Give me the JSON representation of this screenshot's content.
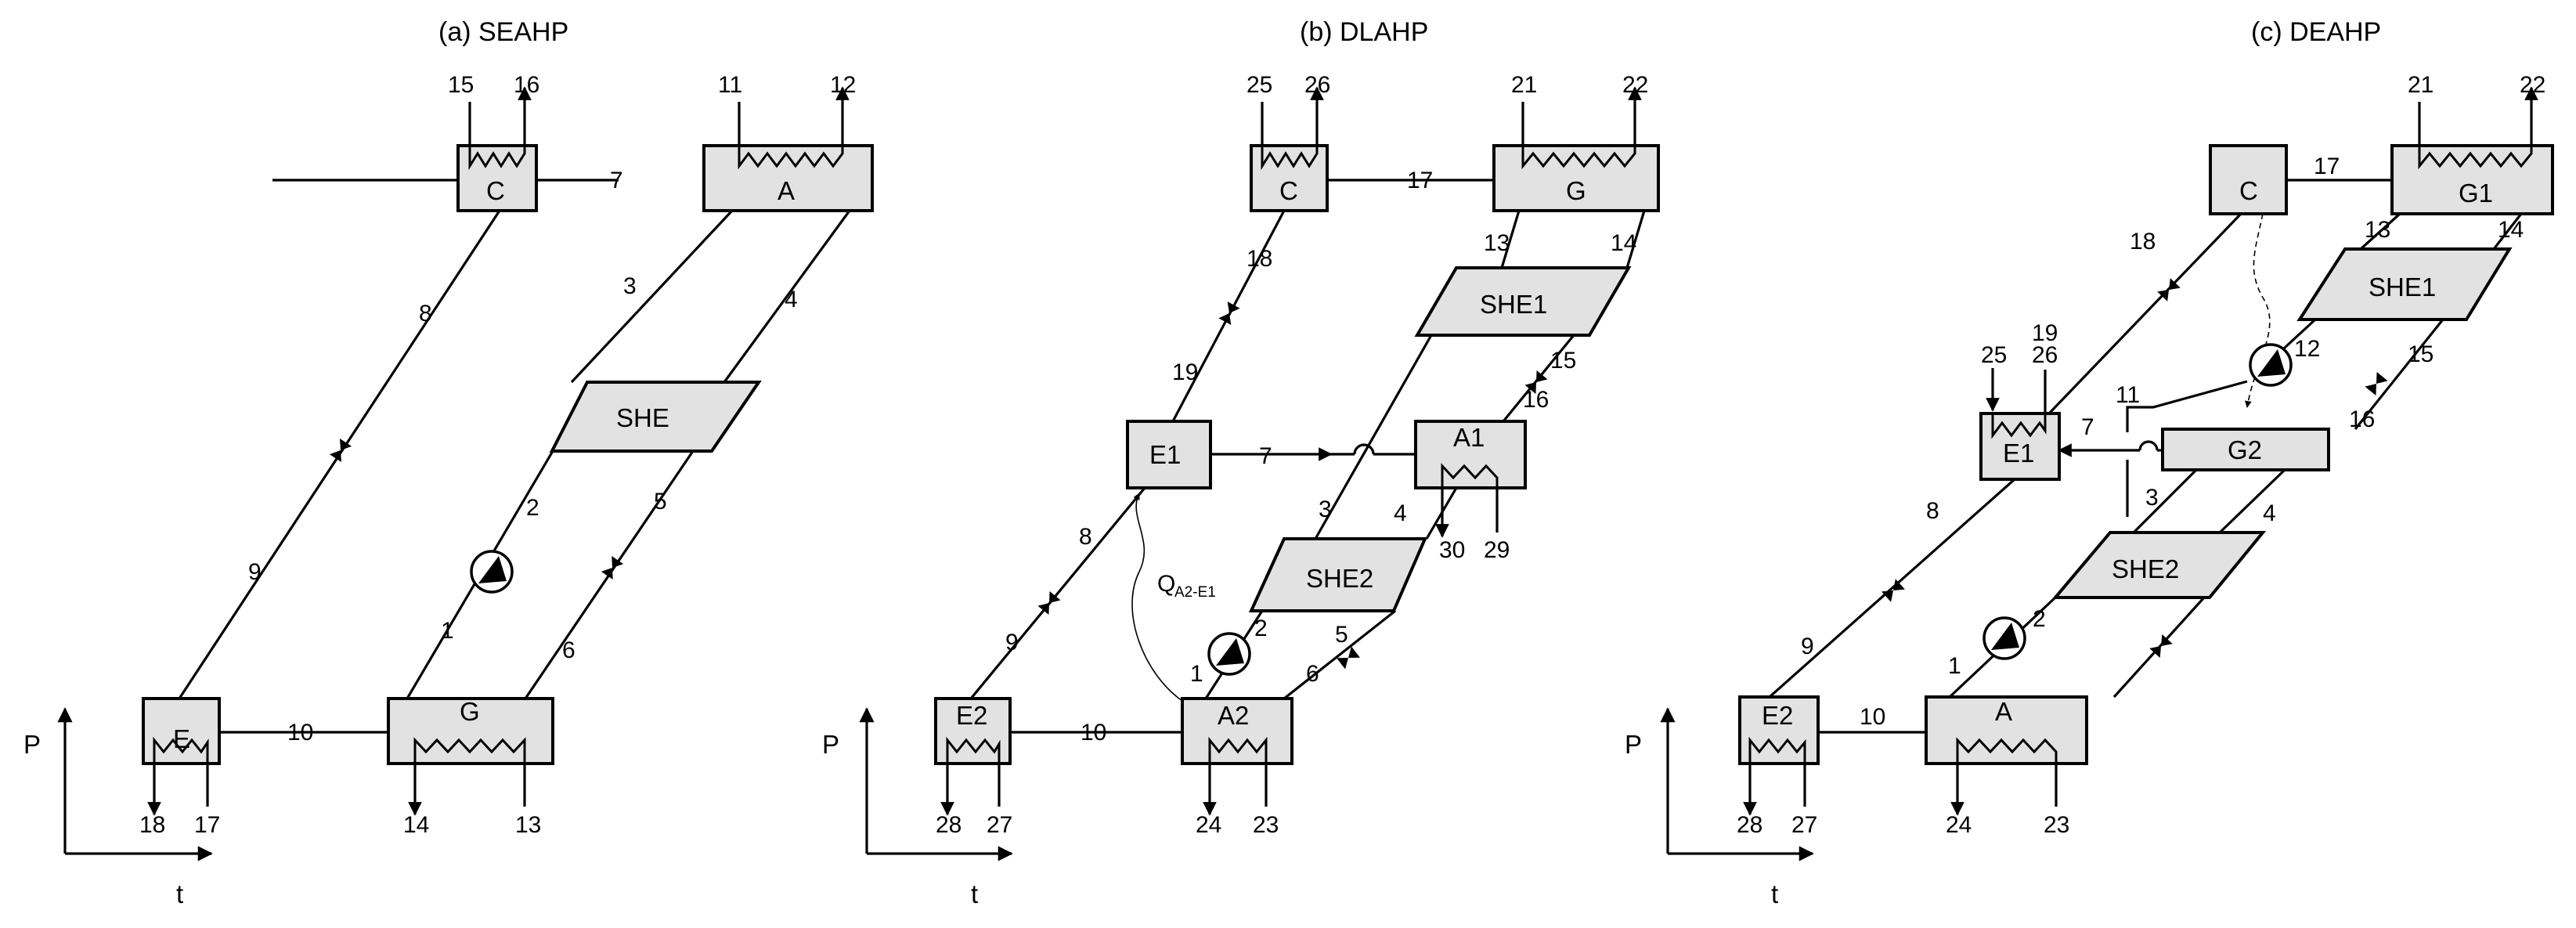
{
  "panels": [
    {
      "title": "(a)   SEAHP",
      "axis_p": "P",
      "axis_t": "t",
      "components": {
        "C": "C",
        "A": "A",
        "SHE": "SHE",
        "E": "E",
        "G": "G"
      },
      "streams": {
        "s1": "1",
        "s2": "2",
        "s3": "3",
        "s4": "4",
        "s5": "5",
        "s6": "6",
        "s7": "7",
        "s8": "8",
        "s9": "9",
        "s10": "10",
        "s11": "11",
        "s12": "12",
        "s13": "13",
        "s14": "14",
        "s15": "15",
        "s16": "16",
        "s17": "17",
        "s18": "18"
      }
    },
    {
      "title": "(b)   DLAHP",
      "axis_p": "P",
      "axis_t": "t",
      "components": {
        "C": "C",
        "G": "G",
        "SHE1": "SHE1",
        "E1": "E1",
        "A1": "A1",
        "SHE2": "SHE2",
        "E2": "E2",
        "A2": "A2"
      },
      "heat_label": "Q",
      "heat_sub": "A2-E1",
      "streams": {
        "s1": "1",
        "s2": "2",
        "s3": "3",
        "s4": "4",
        "s5": "5",
        "s6": "6",
        "s7": "7",
        "s8": "8",
        "s9": "9",
        "s10": "10",
        "s13": "13",
        "s14": "14",
        "s15": "15",
        "s16": "16",
        "s17": "17",
        "s18": "18",
        "s19": "19",
        "s21": "21",
        "s22": "22",
        "s23": "23",
        "s24": "24",
        "s25": "25",
        "s26": "26",
        "s27": "27",
        "s28": "28",
        "s29": "29",
        "s30": "30"
      }
    },
    {
      "title": "(c)   DEAHP",
      "axis_p": "P",
      "axis_t": "t",
      "components": {
        "C": "C",
        "G1": "G1",
        "SHE1": "SHE1",
        "E1": "E1",
        "G2": "G2",
        "SHE2": "SHE2",
        "E2": "E2",
        "A": "A"
      },
      "streams": {
        "s1": "1",
        "s2": "2",
        "s3": "3",
        "s4": "4",
        "s7": "7",
        "s8": "8",
        "s9": "9",
        "s10": "10",
        "s11": "11",
        "s12": "12",
        "s13": "13",
        "s14": "14",
        "s15": "15",
        "s16": "16",
        "s17": "17",
        "s18": "18",
        "s19": "19",
        "s21": "21",
        "s22": "22",
        "s23": "23",
        "s24": "24",
        "s25": "25",
        "s26": "26",
        "s27": "27",
        "s28": "28"
      }
    }
  ]
}
